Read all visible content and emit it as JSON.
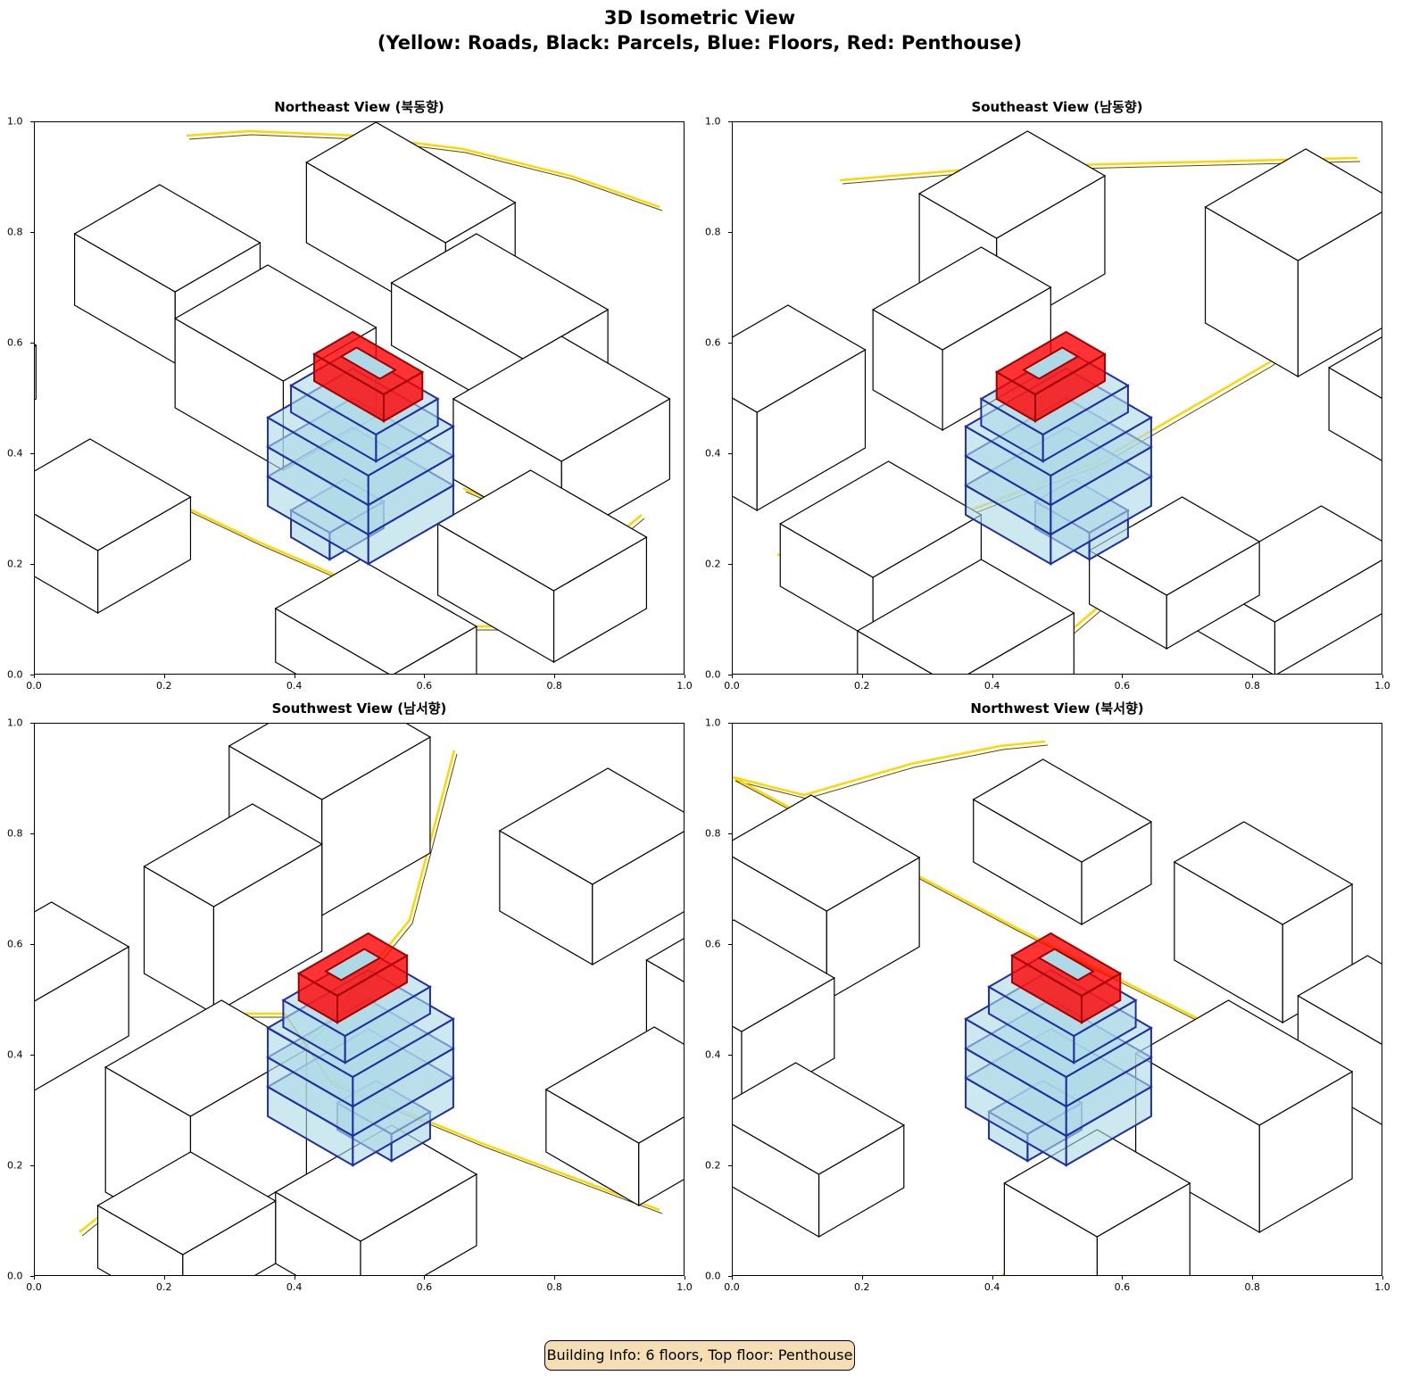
{
  "figure": {
    "title_line1": "3D Isometric View",
    "title_line2": "(Yellow: Roads, Black: Parcels, Blue: Floors, Red: Penthouse)",
    "info_box": "Building Info: 6 floors, Top floor: Penthouse"
  },
  "chart_data": {
    "type": "other",
    "panels": [
      {
        "title": "Northeast View (북동향)",
        "xlim": [
          0,
          1
        ],
        "ylim": [
          0,
          1
        ]
      },
      {
        "title": "Southeast View (남동향)",
        "xlim": [
          0,
          1
        ],
        "ylim": [
          0,
          1
        ]
      },
      {
        "title": "Southwest View (남서향)",
        "xlim": [
          0,
          1
        ],
        "ylim": [
          0,
          1
        ]
      },
      {
        "title": "Northwest View (북서향)",
        "xlim": [
          0,
          1
        ],
        "ylim": [
          0,
          1
        ]
      }
    ],
    "xticks": [
      "0.0",
      "0.2",
      "0.4",
      "0.6",
      "0.8",
      "1.0"
    ],
    "yticks": [
      "0.0",
      "0.2",
      "0.4",
      "0.6",
      "0.8",
      "1.0"
    ],
    "floors": 6,
    "colors": {
      "roads": "#ffd700",
      "parcels": "#000000",
      "floors": "#add8e6",
      "floor_edges": "#1f2fa0",
      "penthouse": "#ff0000"
    }
  }
}
